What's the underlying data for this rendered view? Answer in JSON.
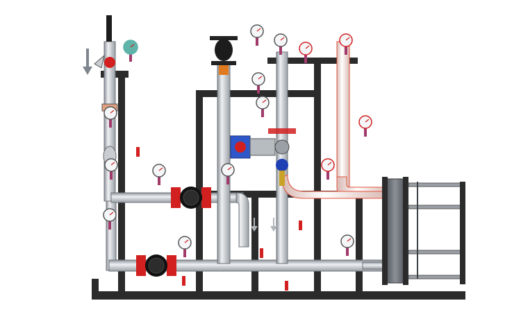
{
  "diagram": {
    "title": "",
    "kind": "heating-unit-piping-3d-render",
    "colors": {
      "frame": "#2b2b2b",
      "pipe": "#c9cdd2",
      "pipe_edge": "#6f757c",
      "hot_pipe_edge": "#e0503a",
      "accent_red": "#d21f1f",
      "valve_blue": "#1f3fb4",
      "gauge_face": "#f4f6f8",
      "gauge_teal": "#5fb3a8",
      "pump_blue": "#2e58c9",
      "orange_tag": "#e07a1f",
      "brass": "#c9a227",
      "arrow_grey": "#7e858c"
    },
    "components": [
      {
        "id": "support-frame",
        "icon": "steel-frame"
      },
      {
        "id": "plate-heat-exchanger",
        "icon": "plate-heat-exchanger-icon"
      },
      {
        "id": "circulation-pump",
        "icon": "pump-icon"
      },
      {
        "id": "control-valve",
        "icon": "control-valve-icon"
      },
      {
        "id": "mud-filter",
        "icon": "strainer-icon"
      },
      {
        "id": "butterfly-valves",
        "icon": "butterfly-valve-icon",
        "count": 2
      },
      {
        "id": "pressure-gauges",
        "icon": "pressure-gauge-icon"
      },
      {
        "id": "thermometers",
        "icon": "thermometer-icon"
      },
      {
        "id": "flow-arrows",
        "icon": "flow-arrow-icon",
        "count": 3
      }
    ]
  }
}
